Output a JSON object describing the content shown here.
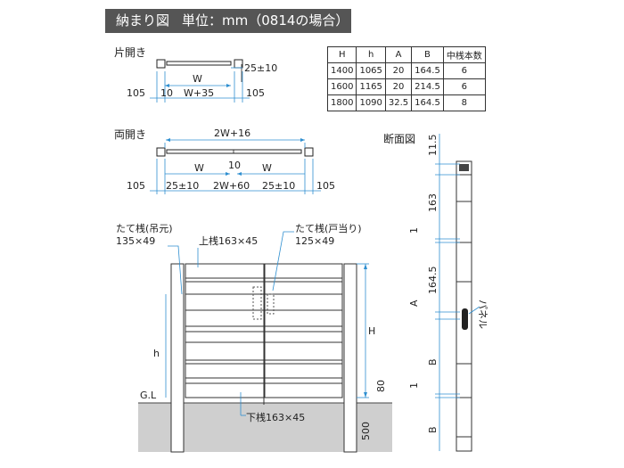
{
  "header": {
    "title": "納まり図",
    "unit": "単位：mm（0814の場合）"
  },
  "single": {
    "label": "片開き",
    "dims": {
      "w": "W",
      "gap": "25±10",
      "left": "105",
      "ten": "10",
      "w35": "W+35",
      "right": "105"
    }
  },
  "double": {
    "label": "両開き",
    "dims": {
      "top": "2W+16",
      "w_left": "W",
      "mid": "10",
      "w_right": "W",
      "left": "105",
      "gap_left": "25±10",
      "w60": "2W+60",
      "gap_right": "25±10",
      "right": "105"
    }
  },
  "table": {
    "headers": [
      "H",
      "h",
      "A",
      "B",
      "中桟本数"
    ],
    "rows": [
      [
        "1400",
        "1065",
        "20",
        "164.5",
        "6"
      ],
      [
        "1600",
        "1165",
        "20",
        "214.5",
        "6"
      ],
      [
        "1800",
        "1090",
        "32.5",
        "164.5",
        "8"
      ]
    ]
  },
  "section": {
    "label": "断面図",
    "dims": [
      "11.5",
      "163",
      "1",
      "164.5",
      "A",
      "B",
      "1",
      "B"
    ],
    "panel": "パネル"
  },
  "elevation": {
    "post_hinge": "たて桟(吊元)",
    "post_hinge_size": "135×49",
    "top_rail": "上桟163×45",
    "post_stop": "たて桟(戸当り)",
    "post_stop_size": "125×49",
    "bottom_rail": "下桟163×45",
    "H": "H",
    "h": "h",
    "gl": "G.L",
    "d80": "80",
    "d500": "500"
  }
}
